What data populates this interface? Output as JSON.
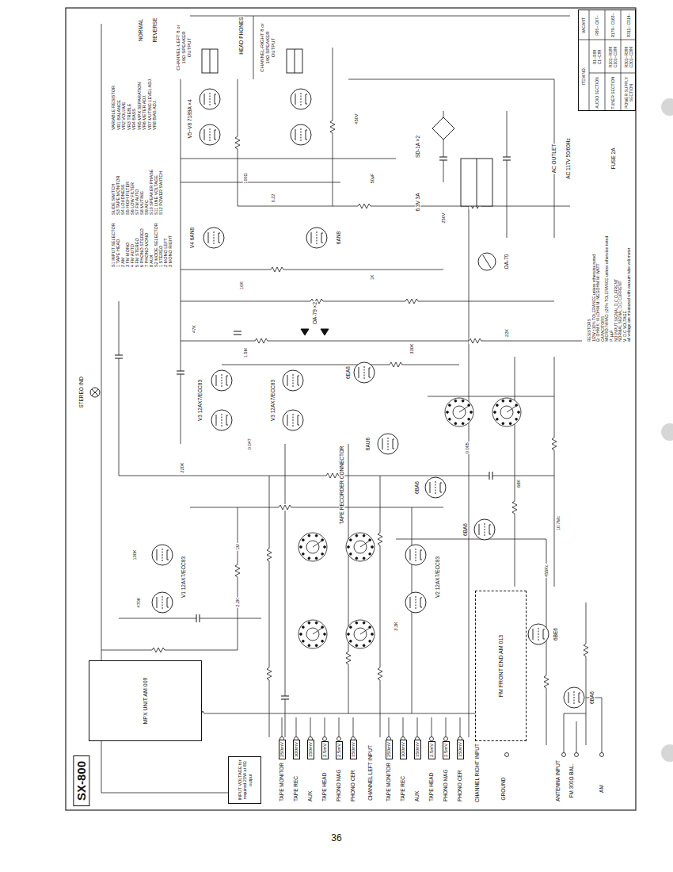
{
  "diagram": {
    "title": "SX-800",
    "nodes": [
      {
        "text": [
          "MPX UNIT AM 009"
        ]
      },
      {
        "text": [
          "INPUT VOLTAGE for required 23W at 8Ω output"
        ]
      },
      {
        "text": [
          "FM FRONT END AM 013"
        ]
      },
      {
        "text": [
          "ITEM NO.",
          "VACANT",
          "AUDIO SECTION",
          "R1~R99 C1~C99",
          "R95~ C67~",
          "TUNER SECTION",
          "R101~R199 C101~C199",
          "R179~ C163~",
          "POWER SUPPLY SECTION",
          "R301~R399 C301~C399",
          "R311~ C314~"
        ]
      }
    ],
    "labels": [
      "VARIABLE RESISTOR",
      "VR1 BALANCE",
      "VR2 VOLUME",
      "VR3 TREBLE",
      "VR4 BASS",
      "VR5 MPX SEPARATION",
      "VR6 METER ADJ.",
      "VR7 MUTING LEVEL ADJ.",
      "VR8 BIAS ADJ.",
      "SLIDE SWITCH",
      "S3 TAPE MONITOR",
      "S4 LOUDNESS",
      "S5 HIGH FILTER",
      "S6 LOW FILTER",
      "S7 FM AUTO",
      "S8 MUTING",
      "S9 AFC",
      "S10 SPEAKER PHASE",
      "S11 LINE VOLTAGE",
      "S12 POWER SWITCH",
      "S1 INPUT SELECTOR",
      "1 TAPE HEAD",
      "2 AM",
      "3 FM MONO",
      "4 FM AUTO",
      "5 FM STEREO",
      "6 PHONO STEREO",
      "7 PHONO MONO",
      "8 AUX",
      "S2 MODE SELECTOR",
      "1 STEREO",
      "2 MONO LEFT",
      "3 MONO RIGHT",
      "TAPE MONITOR",
      "TAPE REC",
      "AUX",
      "TAPE HEAD",
      "PHONO MAG",
      "PHONO CER",
      "250mV",
      "300mV",
      "150mV",
      "2.5mV",
      "2.5mV",
      "150mV",
      "TAPE MONITOR",
      "TAPE REC",
      "AUX",
      "TAPE HEAD",
      "PHONO MAG",
      "PHONO CER",
      "250mV",
      "300mV",
      "150mV",
      "2.5mV",
      "2.5mV",
      "150mV",
      "CHANNEL LEFT INPUT",
      "CHANNEL RIGHT INPUT",
      "GROUND",
      "ANTENNA INPUT",
      "FM 300Ω BAL.",
      "AM",
      "V1 12AX7/ECC83",
      "V2 12AX7/ECC83",
      "V3 12AX7/ECC83",
      "V3 12AX7/ECC83",
      "V4 6AN8",
      "6AN8",
      "V5~V8 7189A ×4",
      "SD-1A ×2",
      "6.3V 3A",
      "OA-79 ×2",
      "6EA8",
      "6AU6",
      "6BA6",
      "6BA6",
      "6BE6",
      "6BA6",
      "OA-70",
      "STEREO IND",
      "TAPE RECORDER CONNECTOR",
      "HEAD PHONES",
      "NORMAL",
      "REVERSE",
      "FUSE 2A",
      "AC OUTLET",
      "AC 117V 50/60Hz",
      "CHANNEL-LEFT 8 or 16Ω SPEAKER OUTPUT",
      "CHANNEL-RIGHT 8 or 16Ω SPEAKER OUTPUT",
      "100K",
      "470K",
      "1M",
      "2.2K",
      "0.047",
      "220K",
      "1.5M",
      "47K",
      "10K",
      "0.22",
      "100Ω",
      "450V",
      "50μF",
      "1K",
      "330K",
      "250V",
      "0.005",
      "68K",
      "10.7Mc",
      "455Kc",
      "22K",
      "3.3K",
      "RESISTORS",
      "1/2W ±10% TOLERANCE unless otherwise noted",
      "Ω: OHM K: KILOHM M: MEGOHM W: WATT",
      "CAPACITORS",
      "MICRO FARAD ±20% TOLERANCE unless otherwise noted",
      "P: μμF",
      "NO INPUT SIGNAL D.C CURRENT",
      "NORMAL SIGNAL D.C CURRENT",
      "V: D.C VOLTAGE",
      "all voltage are measured with vacuum tube volt meter",
      "36"
    ]
  }
}
